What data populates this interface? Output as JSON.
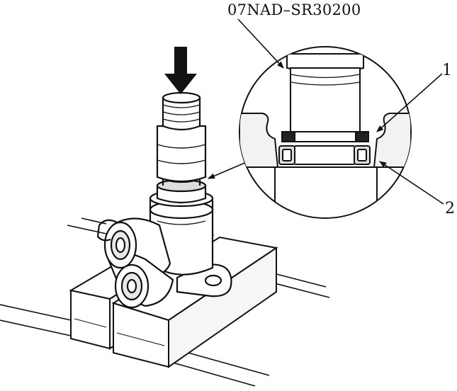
{
  "figure": {
    "tool_label": "07NAD–SR30200",
    "callouts": [
      {
        "id": "1"
      },
      {
        "id": "2"
      }
    ],
    "colors": {
      "ink": "#111111",
      "paper": "#ffffff",
      "shade": "#d8d8d8"
    }
  }
}
